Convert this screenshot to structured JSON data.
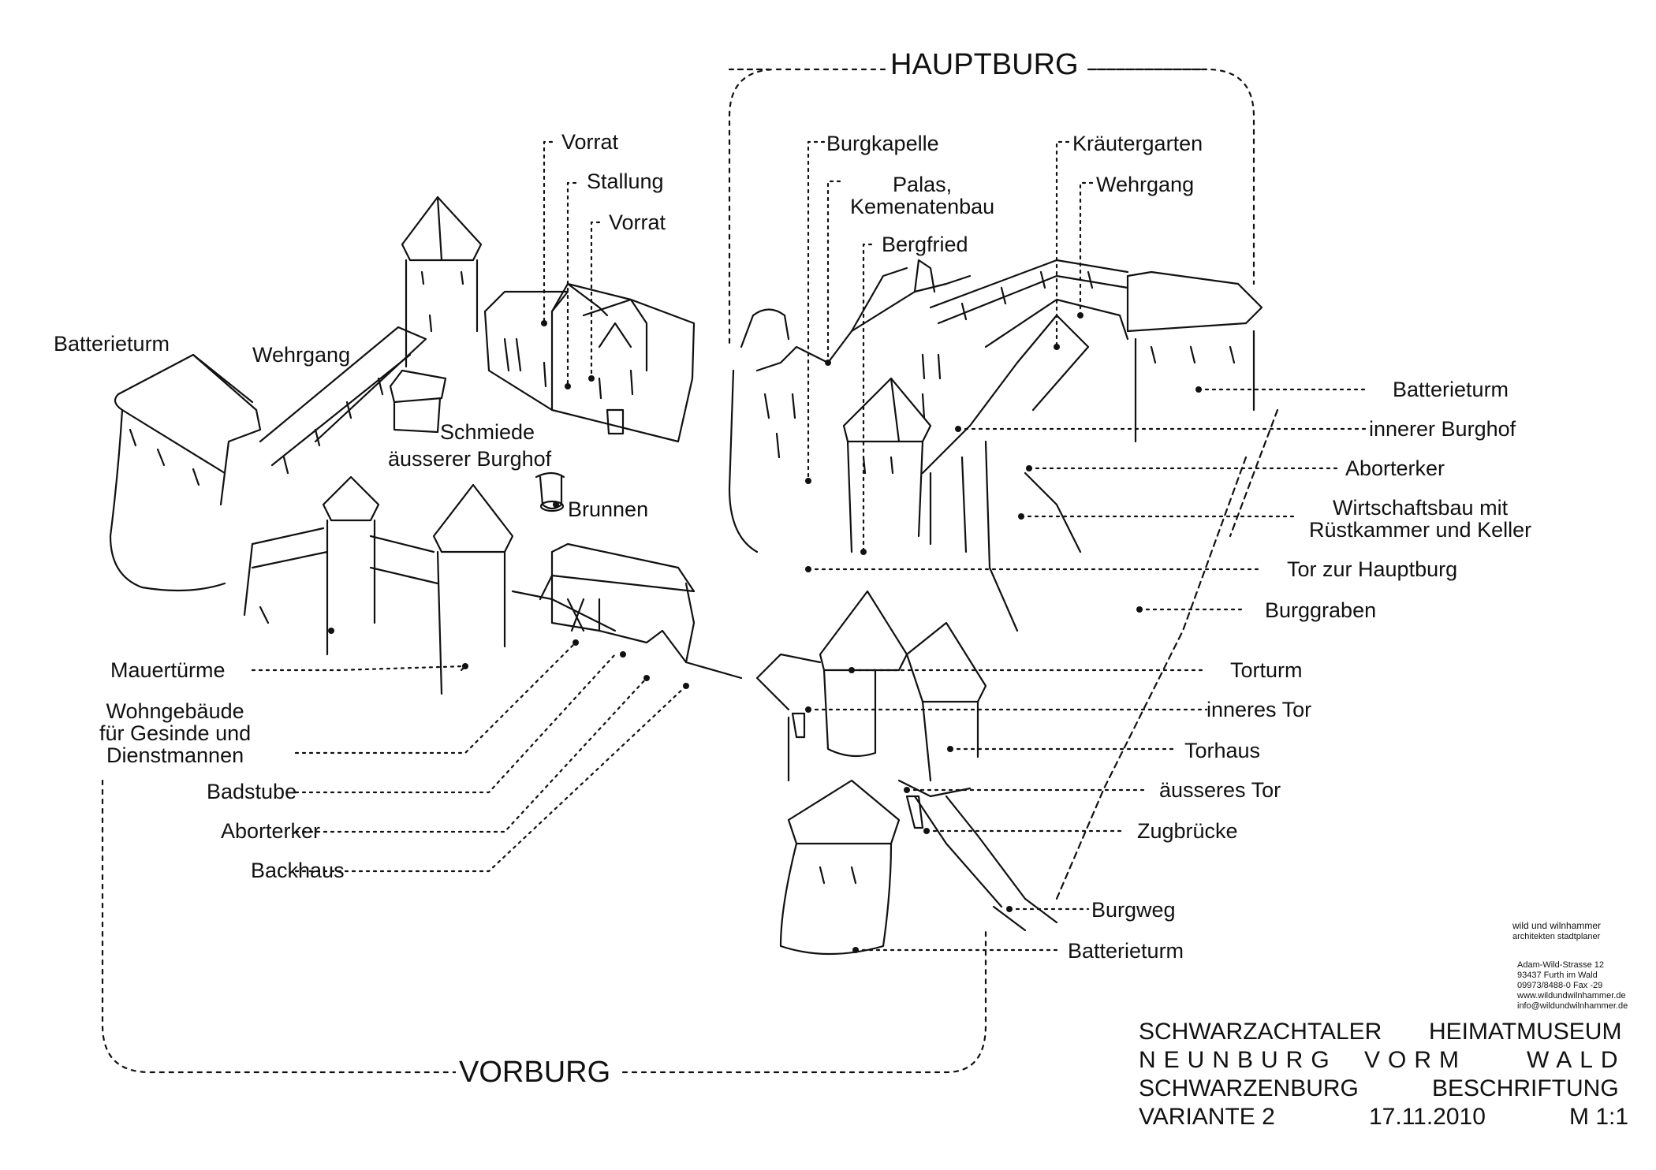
{
  "sections": {
    "hauptburg": "HAUPTBURG",
    "vorburg": "VORBURG"
  },
  "labels_top": {
    "vorrat_1": "Vorrat",
    "stallung": "Stallung",
    "vorrat_2": "Vorrat",
    "burgkapelle": "Burgkapelle",
    "palas": "Palas,\nKemenatenbau",
    "bergfried": "Bergfried",
    "kraeutergarten": "Kräutergarten",
    "wehrgang_right": "Wehrgang"
  },
  "labels_left": {
    "batterieturm": "Batterieturm",
    "wehrgang": "Wehrgang",
    "schmiede": "Schmiede",
    "aeusserer_burghof": "äusserer Burghof",
    "brunnen": "Brunnen",
    "mauertuerme": "Mauertürme",
    "wohngebaeude": "Wohngebäude\nfür Gesinde und\nDienstmannen",
    "badstube": "Badstube",
    "aborterker": "Aborterker",
    "backhaus": "Backhaus"
  },
  "labels_right": {
    "batterieturm_1": "Batterieturm",
    "innerer_burghof": "innerer Burghof",
    "aborterker": "Aborterker",
    "wirtschaftsbau": "Wirtschaftsbau mit\nRüstkammer und Keller",
    "tor_hauptburg": "Tor zur Hauptburg",
    "burggraben": "Burggraben",
    "torturm": "Torturm",
    "inneres_tor": "inneres Tor",
    "torhaus": "Torhaus",
    "aeusseres_tor": "äusseres Tor",
    "zugbruecke": "Zugbrücke",
    "burgweg": "Burgweg",
    "batterieturm_2": "Batterieturm"
  },
  "firm": {
    "name": "wild und wilnhammer",
    "subtitle": "architekten stadtplaner",
    "address": "Adam-Wild-Strasse 12\n93437 Furth im Wald\n09973/8488-0 Fax -29\nwww.wildundwilnhammer.de\ninfo@wildundwilnhammer.de"
  },
  "title_block": {
    "r1_left": "SCHWARZACHTALER",
    "r1_right": "HEIMATMUSEUM",
    "r2_a": "NEUNBURG",
    "r2_b": "VORM",
    "r2_c": "WALD",
    "r3_left": "SCHWARZENBURG",
    "r3_right": "BESCHRIFTUNG",
    "r4_left": "VARIANTE 2",
    "r4_mid": "17.11.2010",
    "r4_right": "M 1:1"
  }
}
